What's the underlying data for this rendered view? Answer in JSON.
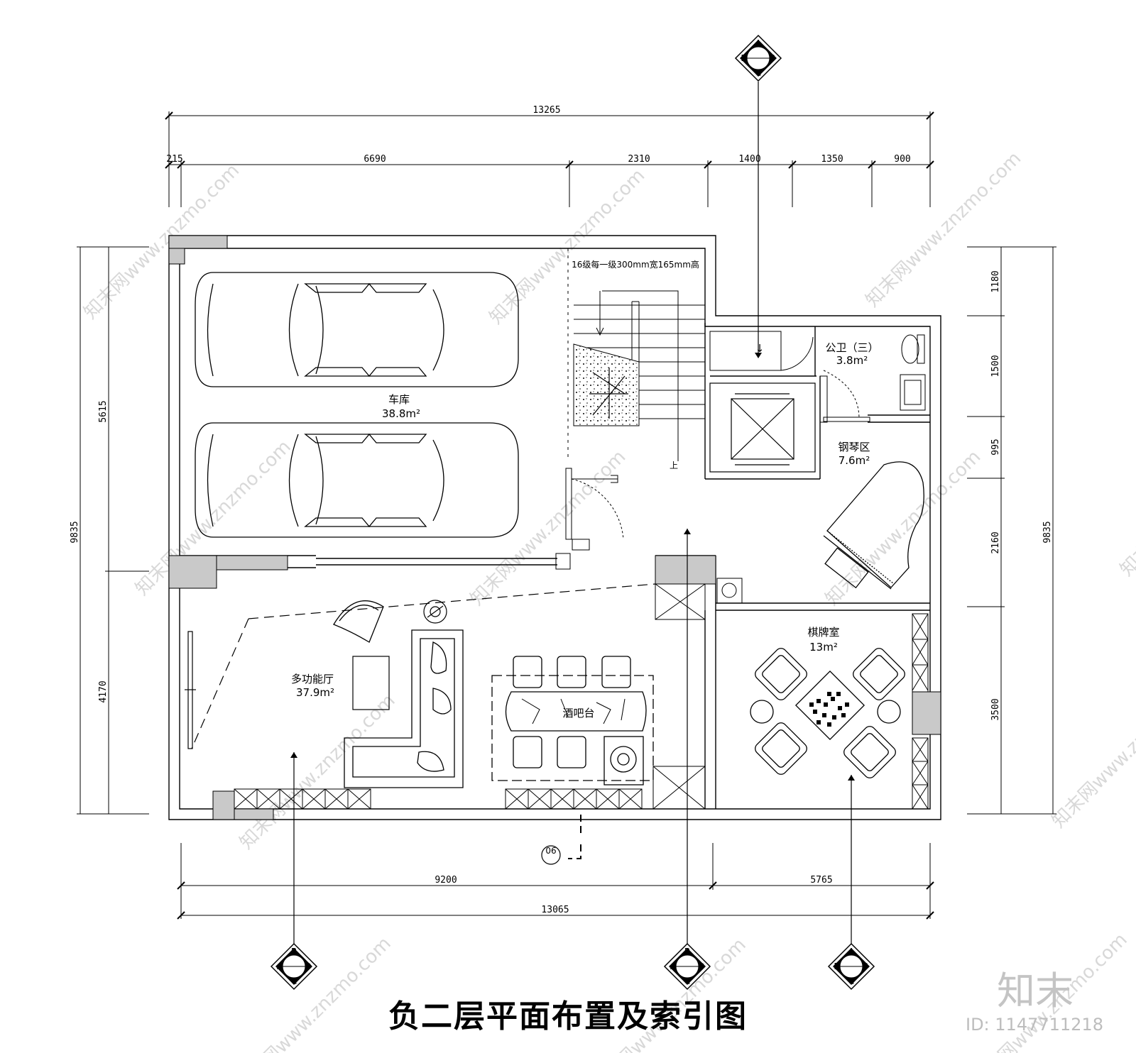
{
  "title": "负二层平面布置及索引图",
  "dimensions": {
    "top_total": "13265",
    "top_segments": [
      "215",
      "6690",
      "2310",
      "1400",
      "1350",
      "900"
    ],
    "bottom_segments": [
      "9200",
      "5765"
    ],
    "bottom_total": "13065",
    "left_total": "9835",
    "left_segments": [
      "5615",
      "4170"
    ],
    "right_total": "9835",
    "right_segments": [
      "1180",
      "1500",
      "995",
      "2160",
      "3500"
    ]
  },
  "rooms": {
    "garage": {
      "name": "车库",
      "area": "38.8m²"
    },
    "multi": {
      "name": "多功能厅",
      "area": "37.9m²"
    },
    "bar": {
      "name": "酒吧台"
    },
    "bath": {
      "name": "公卫（三）",
      "area": "3.8m²"
    },
    "piano": {
      "name": "钢琴区",
      "area": "7.6m²"
    },
    "chess": {
      "name": "棋牌室",
      "area": "13m²"
    }
  },
  "stair": {
    "note": "16级每一级300mm宽165mm高",
    "up": "上"
  },
  "detail_tag": {
    "number": "06"
  },
  "index_symbols": [
    {
      "letters": [
        "A",
        "D",
        "B",
        "C"
      ]
    },
    {
      "letters": [
        "B",
        "A",
        "D",
        "C"
      ]
    },
    {
      "letters": [
        "B",
        "A",
        "D",
        "C"
      ]
    },
    {
      "letters": [
        "A",
        "D",
        "B",
        "C"
      ]
    }
  ],
  "watermark": {
    "site": "知末网www.znzmo.com",
    "brand": "知末",
    "id": "ID: 1147711218"
  }
}
